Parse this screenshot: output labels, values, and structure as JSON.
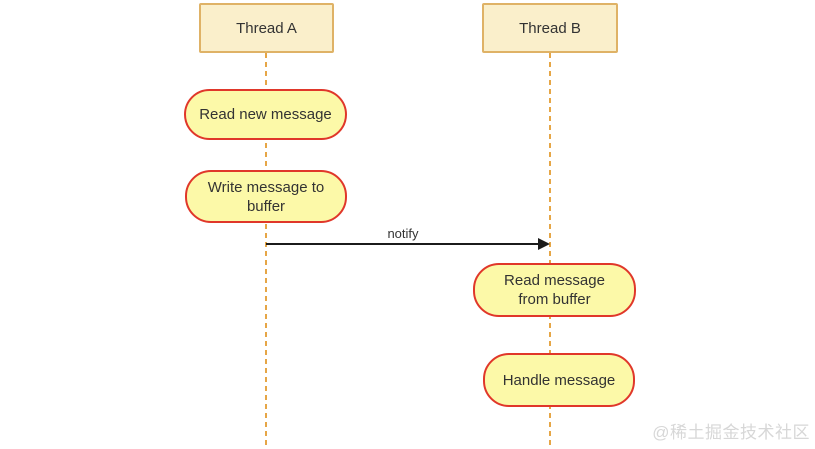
{
  "diagram": {
    "participants": [
      {
        "label": "Thread A"
      },
      {
        "label": "Thread B"
      }
    ],
    "activities": [
      {
        "lane": "Thread A",
        "label": "Read new message"
      },
      {
        "lane": "Thread A",
        "label": "Write message to buffer"
      },
      {
        "lane": "Thread B",
        "label": "Read message from buffer"
      },
      {
        "lane": "Thread B",
        "label": "Handle message"
      }
    ],
    "message": {
      "from": "Thread A",
      "to": "Thread B",
      "label": "notify"
    }
  },
  "watermark": {
    "text": "@稀土掘金技术社区"
  },
  "colors": {
    "participant_fill": "#faefcb",
    "participant_border": "#dfb266",
    "lifeline": "#e6a646",
    "activity_fill": "#fcf9a8",
    "activity_border": "#e0372a",
    "arrow": "#1b1b1b",
    "text": "#333333",
    "watermark": "#d7d7d7"
  }
}
